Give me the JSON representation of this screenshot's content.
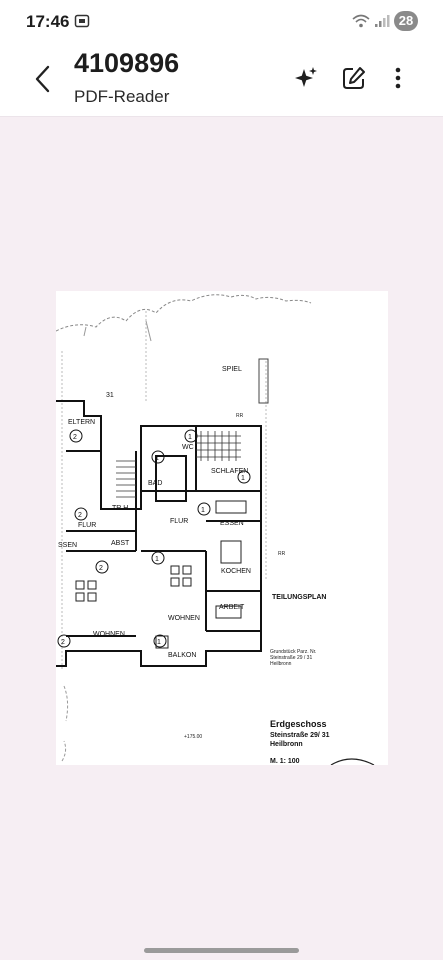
{
  "status": {
    "time": "17:46",
    "battery": "28"
  },
  "header": {
    "title": "4109896",
    "subtitle": "PDF-Reader"
  },
  "icons": {
    "back": "chevron-left-icon",
    "ai": "sparkle-icon",
    "edit": "edit-icon",
    "menu": "more-vert-icon"
  },
  "document": {
    "plot_number": "31",
    "plan_title": "TEILUNGSPLAN",
    "parcel_line1": "Grundstück Parz. Nr.",
    "parcel_line2": "Steinstraße 29 / 31",
    "parcel_line3": "Heilbronn",
    "floor": "Erdgeschoss",
    "address": "Steinstraße 29/ 31",
    "city": "Heilbronn",
    "scale": "M. 1: 100",
    "elevation": "+175.00",
    "rooms": {
      "spiel": "SPIEL",
      "eltern": "ELTERN",
      "wc": "WC",
      "schlafen": "SCHLAFEN",
      "trh": "TR.H.",
      "flur_left": "FLUR",
      "flur_center": "FLUR",
      "essen_left": "SSEN",
      "essen_center": "ESSEN",
      "abst": "ABST",
      "kochen": "KOCHEN",
      "arbeit": "ARBEIT",
      "wohnen_left": "WOHNEN",
      "wohnen_center": "WOHNEN",
      "balkon": "BALKON",
      "bad": "BAD",
      "rr_top": "RR",
      "rr_mid": "RR"
    },
    "unit_numbers": {
      "one": "1",
      "two": "2"
    }
  }
}
